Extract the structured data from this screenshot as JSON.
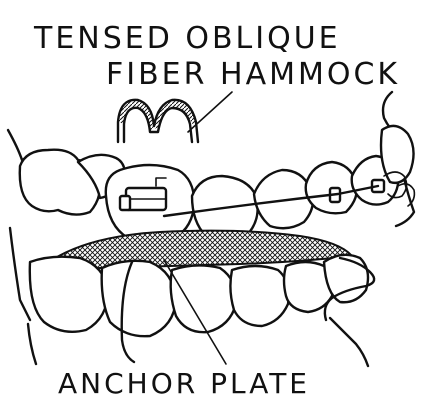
{
  "figure": {
    "labels": {
      "top_line_1": "TENSED OBLIQUE",
      "top_line_2": "FIBER HAMMOCK",
      "bottom": "ANCHOR PLATE"
    },
    "colors": {
      "ink": "#111111",
      "background": "#ffffff",
      "hatch": "#111111"
    }
  }
}
